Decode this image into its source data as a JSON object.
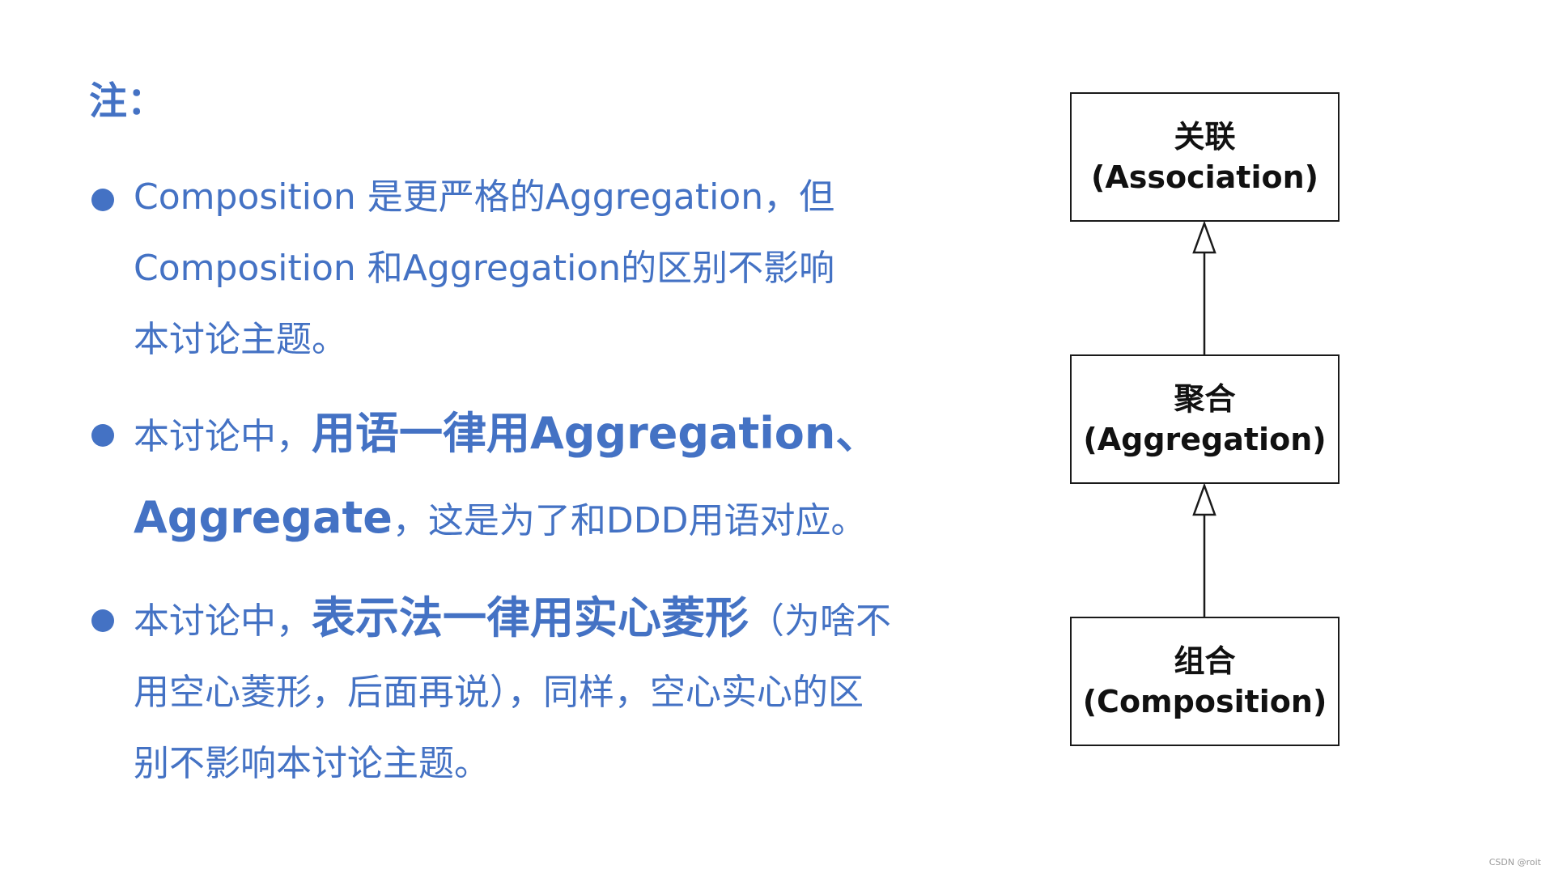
{
  "note": {
    "title": "注："
  },
  "bullets": [
    {
      "segments": [
        {
          "text": "Composition 是更严格的Aggregation，但",
          "bold": false
        },
        {
          "text": "Composition 和Aggregation的区别不影响",
          "bold": false
        },
        {
          "text": "本讨论主题。",
          "bold": false
        }
      ]
    },
    {
      "segments": [
        {
          "text": "本讨论中，",
          "bold": false
        },
        {
          "text": "用语一律用Aggregation、Aggregate",
          "bold": true
        },
        {
          "text": "，这是为了和DDD用语对应。",
          "bold": false
        }
      ]
    },
    {
      "segments": [
        {
          "text": "本讨论中，",
          "bold": false
        },
        {
          "text": "表示法一律用实心菱形",
          "bold": true
        },
        {
          "text": "（为啥不用空心菱形，后面再说），同样，空心实心的区别不影响本讨论主题。",
          "bold": false
        }
      ]
    }
  ],
  "diagram": {
    "boxes": [
      {
        "name": "关联",
        "en": "(Association)"
      },
      {
        "name": "聚合",
        "en": "(Aggregation)"
      },
      {
        "name": "组合",
        "en": "(Composition)"
      }
    ],
    "arrow_style": "hollow-triangle"
  },
  "watermark": "CSDN @roit",
  "colors": {
    "accent": "#4472c4",
    "text_dark": "#111111",
    "border": "#1a1a1a"
  }
}
